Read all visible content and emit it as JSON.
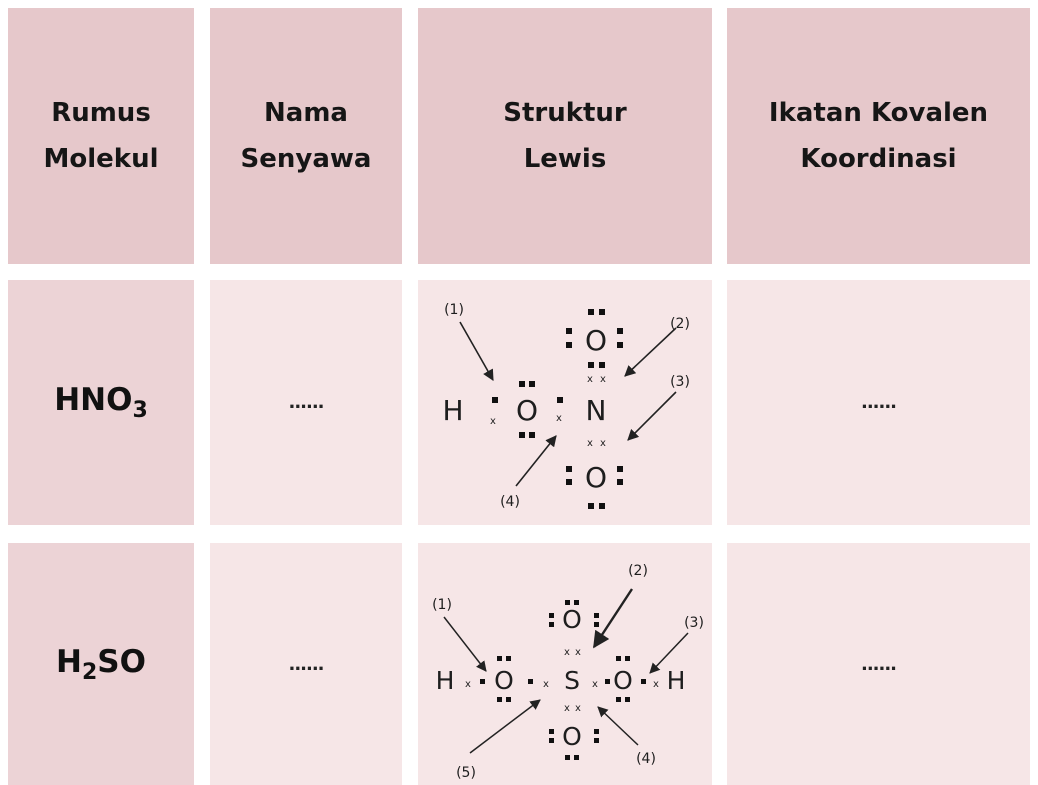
{
  "table": {
    "headers": [
      "Rumus\nMolekul",
      "Nama\nSenyawa",
      "Struktur\nLewis",
      "Ikatan Kovalen\nKoordinasi"
    ],
    "rows": [
      {
        "formula": {
          "base1": "HNO",
          "sub1": "3",
          "base2": ""
        },
        "name": "......",
        "coordinate": "......",
        "lewis": {
          "atoms": {
            "h": "H",
            "o_center": "O",
            "n": "N",
            "o_top": "O",
            "o_bottom": "O"
          },
          "labels": [
            "(1)",
            "(2)",
            "(3)",
            "(4)"
          ],
          "cross": "x"
        }
      },
      {
        "formula": {
          "base1": "H",
          "sub1": "2",
          "base2": "SO"
        },
        "name": "......",
        "coordinate": "......",
        "lewis": {
          "atoms": {
            "h_left": "H",
            "o_left": "O",
            "s": "S",
            "o_right": "O",
            "h_right": "H",
            "o_top": "O",
            "o_bottom": "O"
          },
          "labels": [
            "(1)",
            "(2)",
            "(3)",
            "(4)",
            "(5)"
          ],
          "cross": "x"
        }
      }
    ]
  }
}
